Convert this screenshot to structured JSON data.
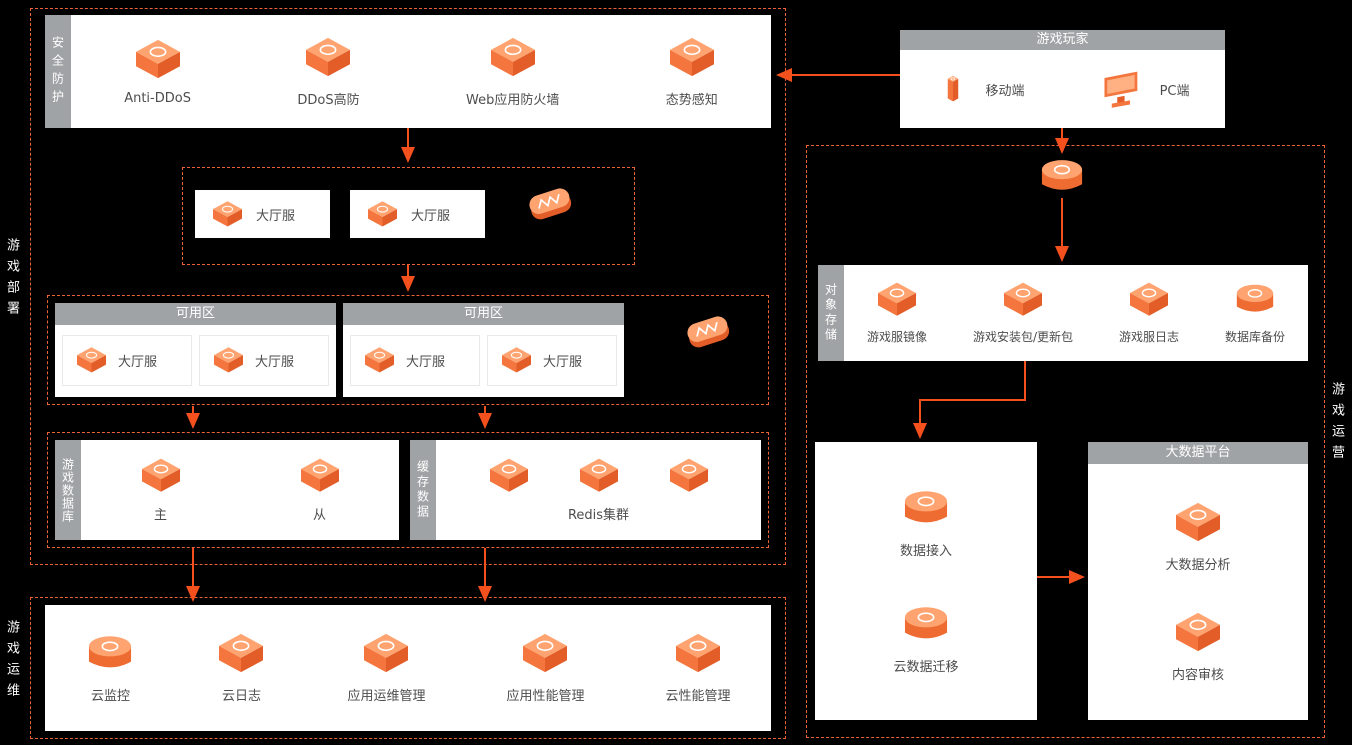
{
  "colors": {
    "background": "#000000",
    "accent_arrow": "#F4501E",
    "dash_border": "#EE6237",
    "tab_gray": "#A0A3A5",
    "icon_orange": "#F4763E",
    "panel_white": "#FFFFFF"
  },
  "side_labels": {
    "deploy": "游戏部署",
    "ops": "游戏运维",
    "operation": "游戏运营"
  },
  "security": {
    "tab": "安全防护",
    "items": [
      {
        "label": "Anti-DDoS",
        "icon": "anti-ddos-icon"
      },
      {
        "label": "DDoS高防",
        "icon": "ddos-premium-icon"
      },
      {
        "label": "Web应用防火墙",
        "icon": "waf-icon"
      },
      {
        "label": "态势感知",
        "icon": "situation-awareness-icon"
      }
    ]
  },
  "lobby": {
    "row1": [
      {
        "label": "大厅服",
        "icon": "server-icon"
      },
      {
        "label": "大厅服",
        "icon": "server-icon"
      }
    ],
    "slb_icon": "load-balancer-icon"
  },
  "zones": [
    {
      "header": "可用区",
      "servers": [
        {
          "label": "大厅服"
        },
        {
          "label": "大厅服"
        }
      ]
    },
    {
      "header": "可用区",
      "servers": [
        {
          "label": "大厅服"
        },
        {
          "label": "大厅服"
        }
      ]
    }
  ],
  "database": {
    "tab": "游戏数据库",
    "items": [
      {
        "label": "主"
      },
      {
        "label": "从"
      }
    ]
  },
  "cache": {
    "tab": "缓存数据",
    "label": "Redis集群",
    "icon_count": 3
  },
  "ops": {
    "items": [
      {
        "label": "云监控",
        "icon": "cloud-monitor-icon"
      },
      {
        "label": "云日志",
        "icon": "cloud-log-icon"
      },
      {
        "label": "应用运维管理",
        "icon": "app-ops-management-icon"
      },
      {
        "label": "应用性能管理",
        "icon": "app-performance-icon"
      },
      {
        "label": "云性能管理",
        "icon": "cloud-performance-icon"
      }
    ]
  },
  "players": {
    "header": "游戏玩家",
    "items": [
      {
        "label": "移动端",
        "icon": "mobile-icon"
      },
      {
        "label": "PC端",
        "icon": "pc-icon"
      }
    ]
  },
  "cdn": {
    "icon": "cdn-icon"
  },
  "storage": {
    "tab": "对象存储",
    "items": [
      {
        "label": "游戏服镜像",
        "icon": "game-server-image-icon"
      },
      {
        "label": "游戏安装包/更新包",
        "icon": "game-package-icon"
      },
      {
        "label": "游戏服日志",
        "icon": "game-server-log-icon"
      },
      {
        "label": "数据库备份",
        "icon": "db-backup-icon"
      }
    ]
  },
  "pipeline": {
    "items": [
      {
        "label": "数据接入",
        "icon": "data-ingest-icon"
      },
      {
        "label": "云数据迁移",
        "icon": "data-migration-icon"
      }
    ]
  },
  "bigdata": {
    "header": "大数据平台",
    "items": [
      {
        "label": "大数据分析",
        "icon": "bigdata-analysis-icon"
      },
      {
        "label": "内容审核",
        "icon": "content-moderation-icon"
      }
    ]
  }
}
